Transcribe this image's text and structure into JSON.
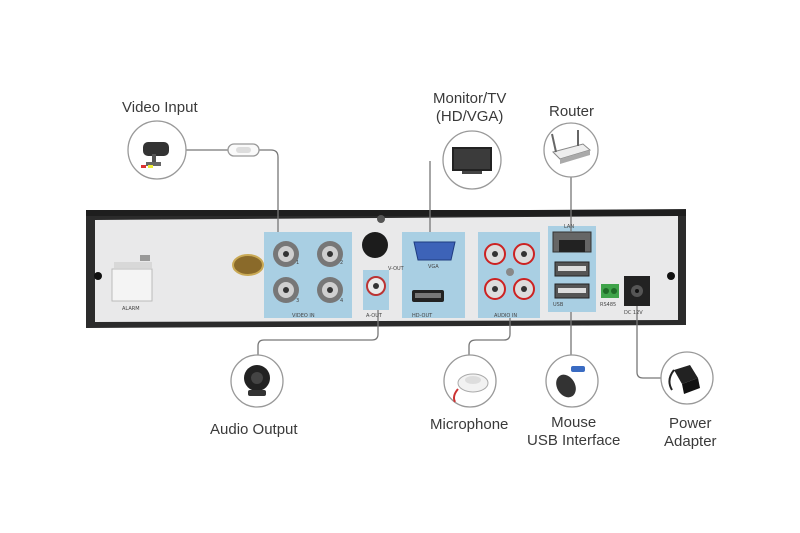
{
  "devices": [
    {
      "label": "Video Input"
    },
    {
      "label": "Monitor/TV\n(HD/VGA)"
    },
    {
      "label": "Router"
    },
    {
      "label": "Audio Output"
    },
    {
      "label": "Microphone"
    },
    {
      "label": "Mouse\nUSB Interface"
    },
    {
      "label": "Power\nAdapter"
    }
  ],
  "panel": {
    "video_in": "VIDEO IN",
    "v_out": "V-OUT",
    "a_out": "A-OUT",
    "vga": "VGA",
    "hd_out": "HD-OUT",
    "audio_in": "AUDIO IN",
    "alarm": "ALARM",
    "dc": "DC 12V",
    "rs485": "RS485",
    "usb": "USB",
    "lan": "LAN",
    "port_nums": [
      "1",
      "2",
      "3",
      "4"
    ]
  },
  "colors": {
    "chassis": "#2a2a2a",
    "panel": "#e9e9ea",
    "port_highlight": "#a9cfe3",
    "cable": "#777777",
    "label_text": "#3a3a3a",
    "terminal_green": "#3fa34a"
  }
}
